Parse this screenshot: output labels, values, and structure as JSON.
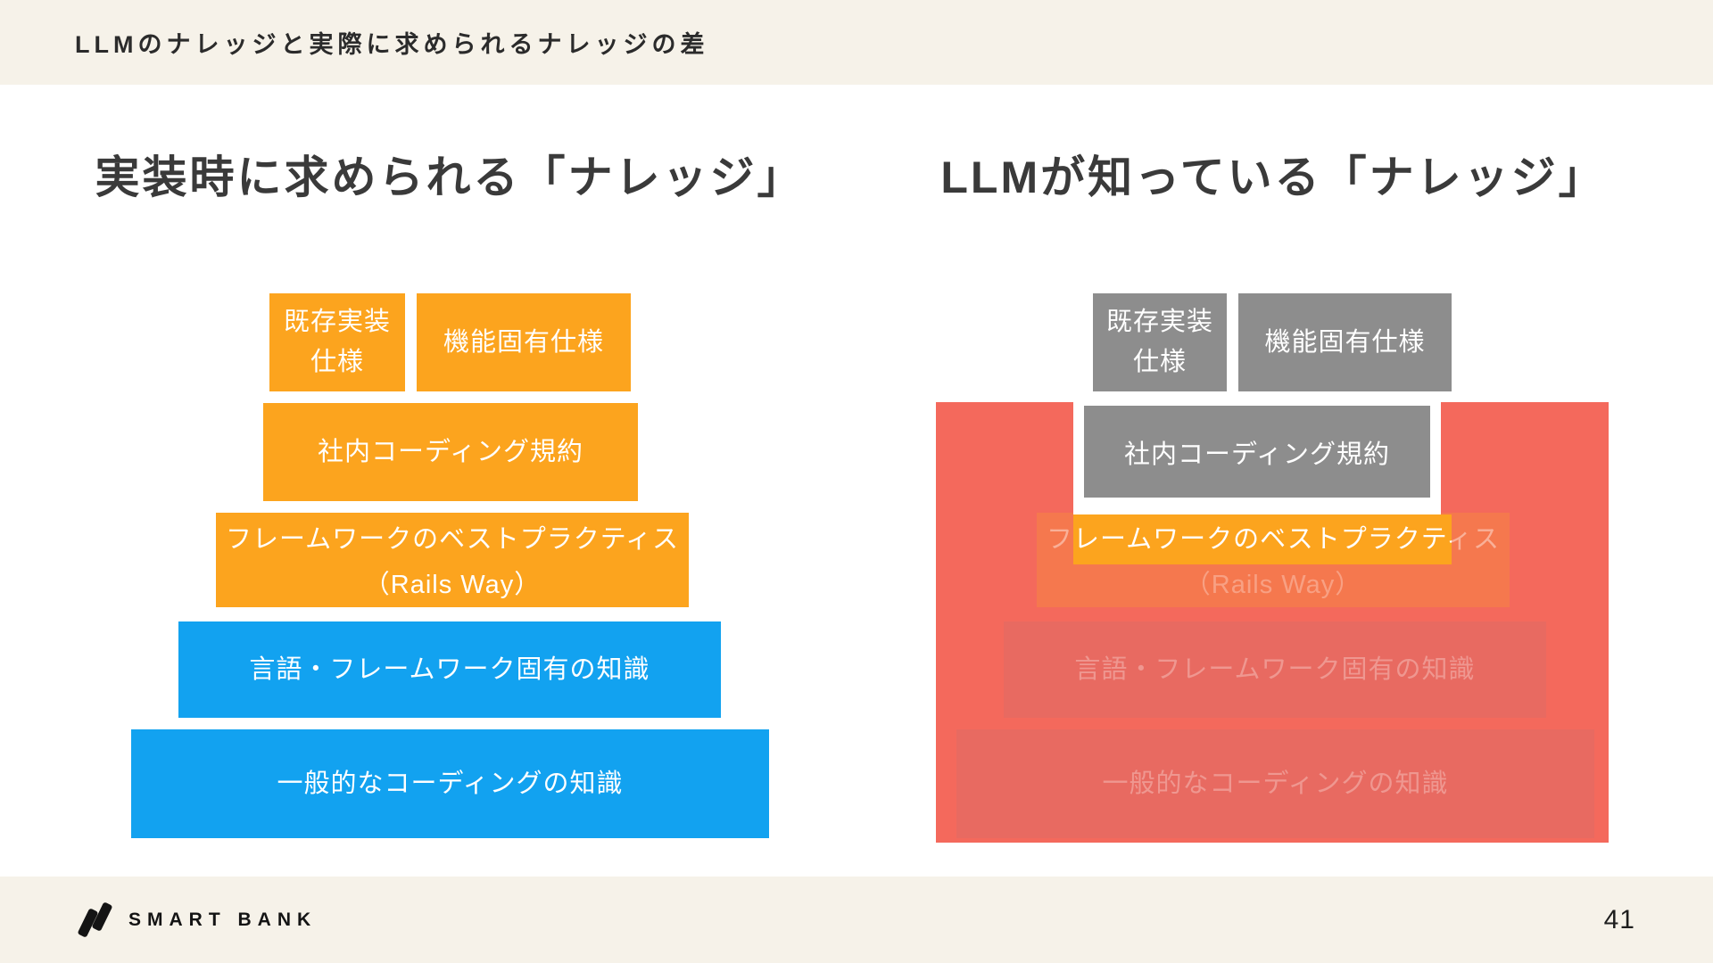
{
  "header": {
    "title": "LLMのナレッジと実際に求められるナレッジの差"
  },
  "left": {
    "heading": "実装時に求められる「ナレッジ」"
  },
  "right": {
    "heading": "LLMが知っている「ナレッジ」"
  },
  "layers": {
    "existing_spec_line1": "既存実装",
    "existing_spec_line2": "仕様",
    "feature_spec": "機能固有仕様",
    "coding_rules": "社内コーディング規約",
    "framework_line1": "フレームワークのベストプラクティス",
    "framework_line2": "（Rails Way）",
    "language": "言語・フレームワーク固有の知識",
    "general": "一般的なコーディングの知識"
  },
  "footer": {
    "brand": "SMART BANK",
    "page_number": "41"
  },
  "colors": {
    "orange": "#FCA41E",
    "blue": "#12A2F0",
    "gray": "#8D8D8D",
    "red_overlay": "#F4695C",
    "red_over_orange": "#F5784E",
    "red_over_blue": "#E86A61",
    "cream_band": "#F6F2E9",
    "title_text": "#2b2b2b",
    "heading_text": "#3a3a3a",
    "box_text": "#ffffff"
  }
}
